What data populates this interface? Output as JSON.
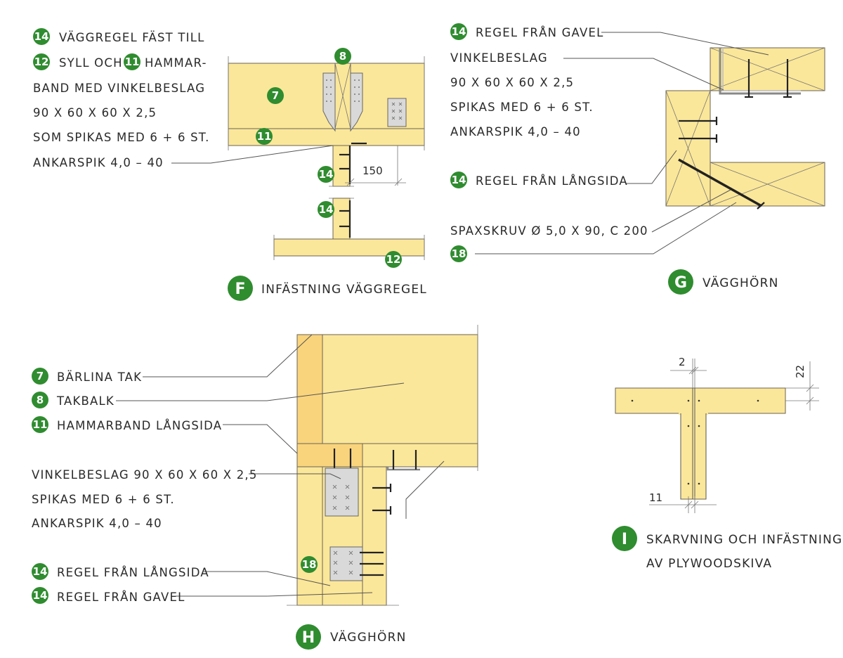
{
  "colors": {
    "badge_green": "#2f8c2f",
    "wood": "#fbe799",
    "wood_dark": "#f9d47c",
    "metal": "#d9d9d9"
  },
  "F": {
    "title_badge": "F",
    "title": "INFÄSTNING VÄGGREGEL",
    "lines": [
      {
        "badge": "14",
        "text": "VÄGGREGEL FÄST TILL"
      },
      {
        "badge": "12",
        "text": "SYLL OCH",
        "badge2": "11",
        "text2": "HAMMAR-"
      },
      {
        "text": "BAND MED VINKELBESLAG"
      },
      {
        "text": "90 X 60 X 60 X 2,5"
      },
      {
        "text": "SOM SPIKAS MED 6 + 6 ST."
      },
      {
        "text": "ANKARSPIK 4,0 – 40"
      }
    ],
    "badges": [
      "8",
      "7",
      "11",
      "14",
      "14",
      "12"
    ],
    "dimension": "150"
  },
  "G": {
    "title_badge": "G",
    "title": "VÄGGHÖRN",
    "lines": [
      {
        "badge": "14",
        "text": "REGEL FRÅN GAVEL"
      },
      {
        "text": "VINKELBESLAG"
      },
      {
        "text": "90 X 60 X 60 X 2,5"
      },
      {
        "text": "SPIKAS MED 6 + 6 ST."
      },
      {
        "text": "ANKARSPIK 4,0 – 40"
      },
      {
        "badge": "14",
        "text": "REGEL FRÅN LÅNGSIDA"
      },
      {
        "text": "SPAXSKRUV Ø 5,0 X 90, C 200"
      },
      {
        "badge": "18",
        "text": ""
      }
    ]
  },
  "H": {
    "title_badge": "H",
    "title": "VÄGGHÖRN",
    "lines": [
      {
        "badge": "7",
        "text": "BÄRLINA TAK"
      },
      {
        "badge": "8",
        "text": "TAKBALK"
      },
      {
        "badge": "11",
        "text": "HAMMARBAND LÅNGSIDA"
      },
      {
        "text": "VINKELBESLAG 90 X 60 X 60 X 2,5"
      },
      {
        "text": "SPIKAS MED 6 + 6 ST."
      },
      {
        "text": "ANKARSPIK 4,0 – 40"
      },
      {
        "badge": "14",
        "text": "REGEL FRÅN LÅNGSIDA"
      },
      {
        "badge": "14",
        "text": "REGEL FRÅN GAVEL"
      }
    ],
    "badges": [
      "18"
    ]
  },
  "I": {
    "title_badge": "I",
    "title_lines": [
      "SKARVNING OCH INFÄSTNING",
      "AV PLYWOODSKIVA"
    ],
    "dimensions": [
      "2",
      "22",
      "11"
    ]
  }
}
